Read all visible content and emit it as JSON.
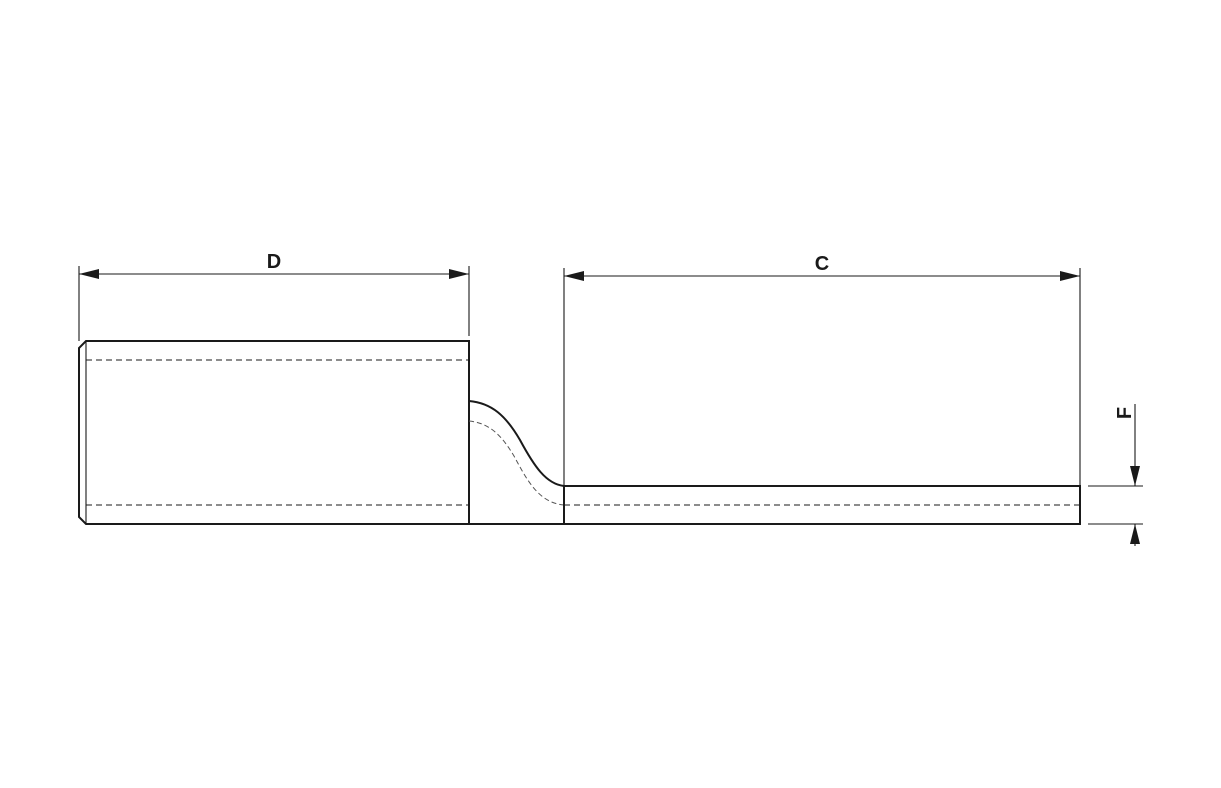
{
  "dimensions": {
    "d_label": "D",
    "c_label": "C",
    "f_label": "F"
  },
  "colors": {
    "line": "#1a1a1a",
    "background": "#ffffff"
  }
}
